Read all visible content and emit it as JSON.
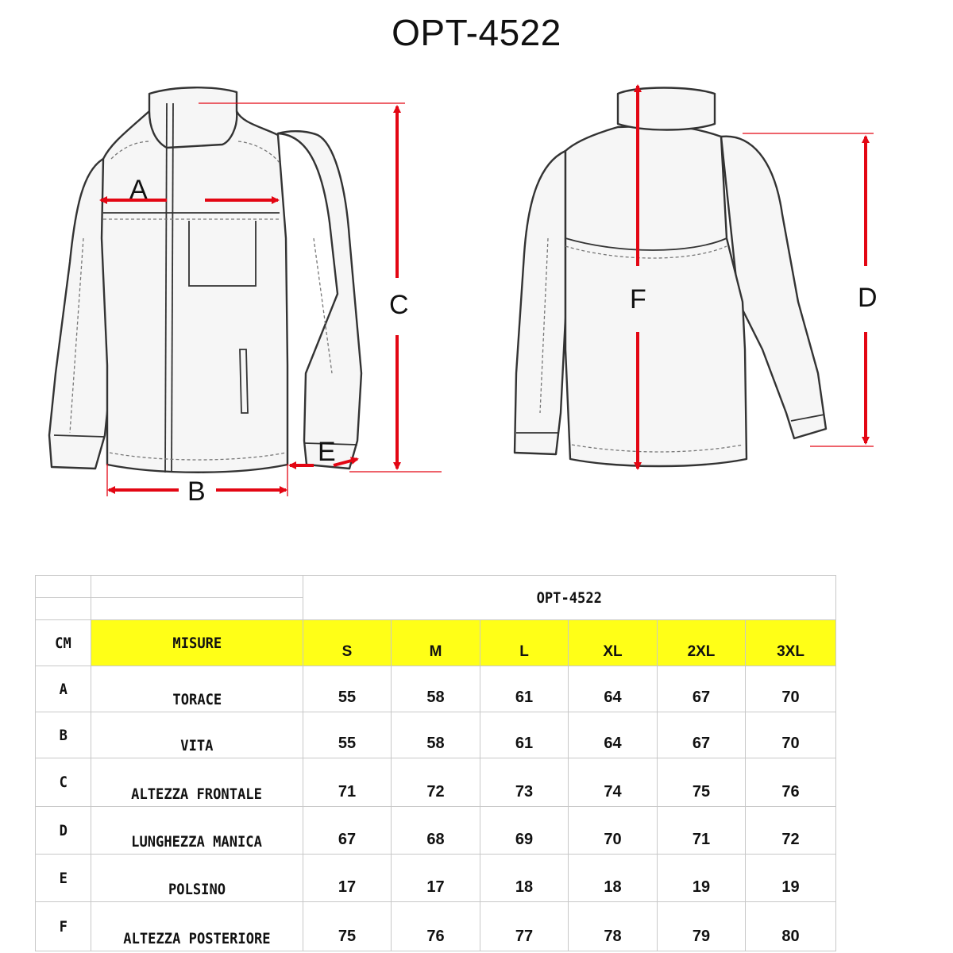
{
  "title": "OPT-4522",
  "diagram_labels": {
    "a": "A",
    "b": "B",
    "c": "C",
    "d": "D",
    "e": "E",
    "f": "F"
  },
  "table": {
    "product": "OPT-4522",
    "unit": "CM",
    "measure_header": "MISURE",
    "sizes": [
      "S",
      "M",
      "L",
      "XL",
      "2XL",
      "3XL"
    ],
    "rows": [
      {
        "code": "A",
        "name": "TORACE",
        "values": [
          "55",
          "58",
          "61",
          "64",
          "67",
          "70"
        ]
      },
      {
        "code": "B",
        "name": "VITA",
        "values": [
          "55",
          "58",
          "61",
          "64",
          "67",
          "70"
        ]
      },
      {
        "code": "C",
        "name": "ALTEZZA FRONTALE",
        "values": [
          "71",
          "72",
          "73",
          "74",
          "75",
          "76"
        ]
      },
      {
        "code": "D",
        "name": "LUNGHEZZA MANICA",
        "values": [
          "67",
          "68",
          "69",
          "70",
          "71",
          "72"
        ]
      },
      {
        "code": "E",
        "name": "POLSINO",
        "values": [
          "17",
          "17",
          "18",
          "18",
          "19",
          "19"
        ]
      },
      {
        "code": "F",
        "name": "ALTEZZA POSTERIORE",
        "values": [
          "75",
          "76",
          "77",
          "78",
          "79",
          "80"
        ]
      }
    ]
  },
  "colors": {
    "highlight": "#ffff17",
    "arrow": "#e30613",
    "grid": "#c8c8c8"
  }
}
